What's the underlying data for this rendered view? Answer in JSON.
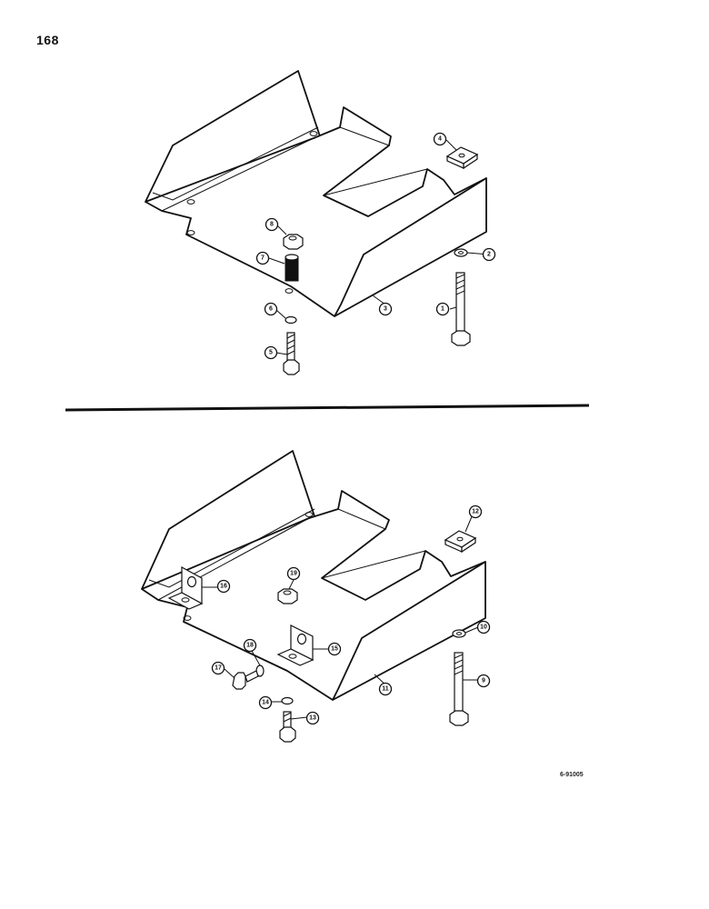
{
  "page": {
    "number": "168",
    "figure_id": "6-91005"
  },
  "top_assembly": {
    "callouts": [
      "1",
      "2",
      "3",
      "4",
      "5",
      "6",
      "7",
      "8"
    ]
  },
  "bottom_assembly": {
    "callouts": [
      "9",
      "10",
      "11",
      "12",
      "13",
      "14",
      "15",
      "16",
      "17",
      "18",
      "19"
    ]
  }
}
